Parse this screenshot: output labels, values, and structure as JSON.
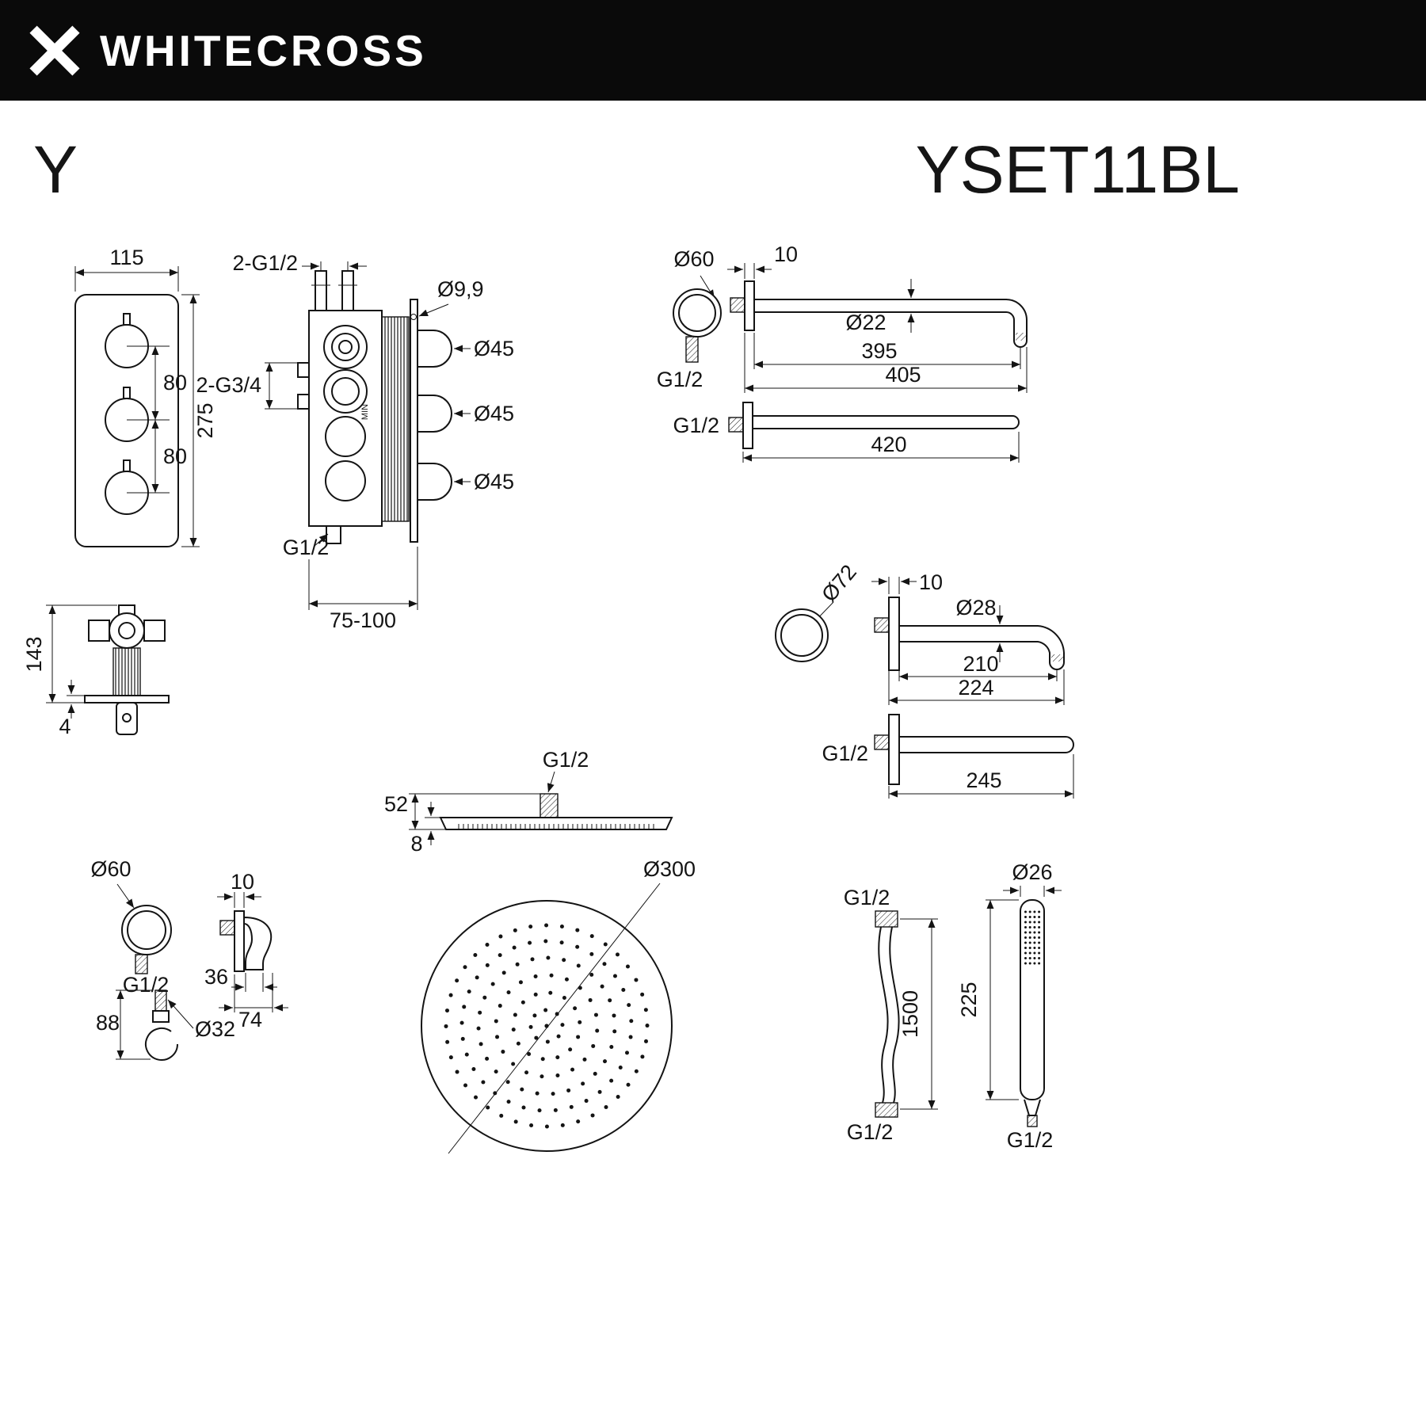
{
  "header": {
    "brand": "WHITECROSS"
  },
  "titles": {
    "series": "Y",
    "model": "YSET11BL"
  },
  "valve_front": {
    "width": "115",
    "height": "275",
    "pitch_top": "80",
    "pitch_bottom": "80"
  },
  "valve_rough": {
    "top_ports": "2-G1/2",
    "pin_hole": "Ø9,9",
    "knob1": "Ø45",
    "knob2": "Ø45",
    "knob3": "Ø45",
    "side_ports": "2-G3/4",
    "bottom_port": "G1/2",
    "depth_range": "75-100",
    "min_label": "MIN"
  },
  "arm": {
    "flange_dia": "Ø60",
    "flange_thk": "10",
    "pipe_dia": "Ø22",
    "len_inner": "395",
    "len_outer": "405",
    "thread_a": "G1/2",
    "thread_b": "G1/2",
    "len_straight": "420"
  },
  "spout": {
    "flange_dia": "Ø72",
    "flange_thk": "10",
    "pipe_dia": "Ø28",
    "len_inner": "210",
    "len_outer": "224",
    "thread": "G1/2",
    "len_alt": "245"
  },
  "trim_side": {
    "height": "143",
    "plate_thk": "4"
  },
  "head_side": {
    "thread": "G1/2",
    "height": "52",
    "edge_thk": "8"
  },
  "head_top": {
    "dia": "Ø300"
  },
  "outlet": {
    "flange_dia": "Ø60",
    "flange_thk": "10",
    "thread": "G1/2",
    "dim_opening": "36",
    "dim_depth": "74",
    "dim_height": "88",
    "stem_dia": "Ø32"
  },
  "hose": {
    "thread_top": "G1/2",
    "length": "1500",
    "thread_bottom": "G1/2"
  },
  "handshower": {
    "head_dia": "Ø26",
    "length": "225",
    "thread": "G1/2"
  }
}
